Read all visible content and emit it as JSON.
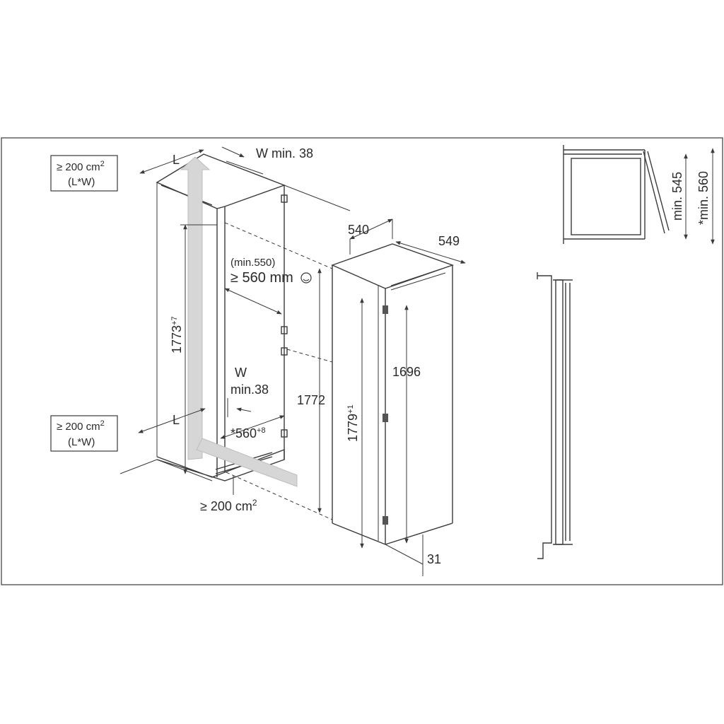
{
  "vent_box_top": {
    "line1": "≥ 200 cm",
    "sup": "2",
    "line2": "(L*W)"
  },
  "vent_box_bottom": {
    "line1": "≥ 200 cm",
    "sup": "2",
    "line2": "(L*W)"
  },
  "labels": {
    "l_top": "L",
    "l_bottom": "L",
    "w_min_top": "W min. 38",
    "w_bottom": "W",
    "w_bottom_min": "min.38",
    "min_550": "(min.550)",
    "depth_560": "≥ 560 mm",
    "niche_height": "1773",
    "niche_height_sup": "+7",
    "width_560": "*560",
    "width_560_sup": "+8",
    "vent_floor": "≥ 200 cm",
    "vent_floor_sup": "2",
    "h_1772": "1772",
    "depth_540": "540",
    "width_549": "549",
    "h_1696": "1696",
    "h_1779": "1779",
    "h_1779_sup": "+1",
    "gap_31": "31",
    "min_545": "min. 545",
    "min_560": "*min. 560"
  },
  "colors": {
    "line": "#3a3a3a",
    "arrow_fill": "#d6d6d6",
    "frame": "#555555"
  }
}
